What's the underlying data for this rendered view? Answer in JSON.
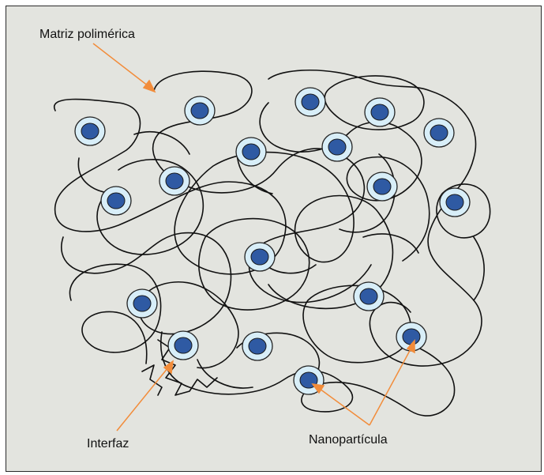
{
  "labels": {
    "matrix": "Matriz polimérica",
    "interface": "Interfaz",
    "nanoparticle": "Nanopartícula"
  },
  "colors": {
    "background": "#e3e4df",
    "polymer_line": "#111111",
    "particle_core": "#2f5aa3",
    "particle_shell": "#d8eef8",
    "arrow": "#f28c3a"
  },
  "particle_count": 18
}
